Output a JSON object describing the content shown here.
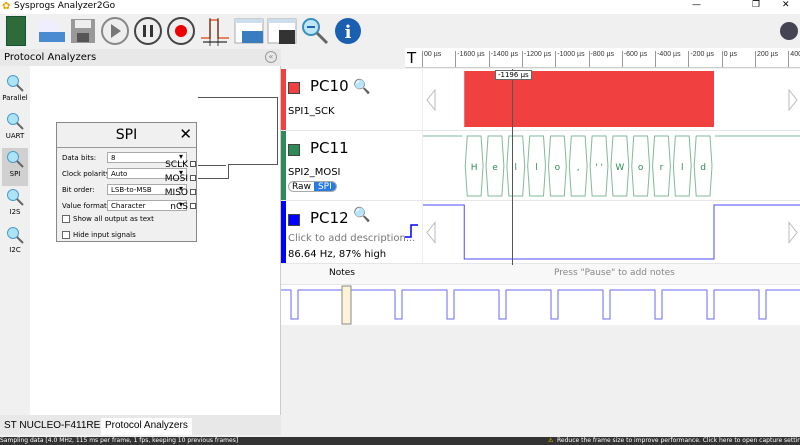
{
  "window": {
    "title": "Sysprogs Analyzer2Go",
    "controls": [
      "—",
      "❐",
      "✕"
    ]
  },
  "toolbar": {
    "buttons": [
      "board-icon",
      "open-icon",
      "save-icon",
      "play-icon",
      "pause-icon",
      "record-icon",
      "pulse-width-icon",
      "open-settings-icon",
      "save-settings-icon",
      "zoom-out-icon",
      "info-icon",
      "avatar-icon"
    ]
  },
  "left_panel": {
    "title": "Protocol Analyzers",
    "analyzers": [
      "Parallel",
      "UART",
      "SPI",
      "I2S",
      "I2C"
    ],
    "selected": "SPI"
  },
  "spi": {
    "title": "SPI",
    "fields": [
      {
        "label": "Data bits:",
        "value": "8"
      },
      {
        "label": "Clock polarity:",
        "value": "Auto"
      },
      {
        "label": "Bit order:",
        "value": "LSB-to-MSB"
      },
      {
        "label": "Value format:",
        "value": "Character"
      }
    ],
    "checks": [
      {
        "label": "Show all output as text",
        "checked": false
      },
      {
        "label": "Hide input signals",
        "checked": false
      }
    ],
    "pins": [
      "SCLK",
      "MOSI",
      "MISO",
      "nCS"
    ]
  },
  "tabs": [
    "ST NUCLEO-F411RE",
    "Protocol Analyzers"
  ],
  "active_tab": "Protocol Analyzers",
  "ruler": {
    "label": "T",
    "ticks": [
      "00 µs",
      "-1600 µs",
      "-1400 µs",
      "-1200 µs",
      "-1000 µs",
      "-800 µs",
      "-600 µs",
      "-400 µs",
      "-200 µs",
      "0 µs",
      "200 µs",
      "400 µs"
    ],
    "cursor": "-1196 µs"
  },
  "channels": [
    {
      "name": "PC10",
      "desc": "SPI1_SCK",
      "color": "#f04040"
    },
    {
      "name": "PC11",
      "desc": "SPI2_MOSI",
      "color": "#2e8b57",
      "modes": [
        "Raw",
        "SPI"
      ],
      "active_mode": "SPI"
    },
    {
      "name": "PC12",
      "desc": "Click to add description...",
      "freq": "86.64 Hz, 87% high",
      "color": "#0000ff"
    }
  ],
  "mosi_bytes": [
    "H",
    "e",
    "l",
    "l",
    "o",
    ",",
    "' '",
    "W",
    "o",
    "r",
    "l",
    "d"
  ],
  "notes": {
    "label": "Notes",
    "hint": "Press \"Pause\" to add notes"
  },
  "status": {
    "left": "Sampling data [4.0 MHz, 115 ms per frame, 1 fps, keeping 10 previous frames]",
    "right": "Reduce the frame size to improve performance. Click here to open capture settings"
  }
}
